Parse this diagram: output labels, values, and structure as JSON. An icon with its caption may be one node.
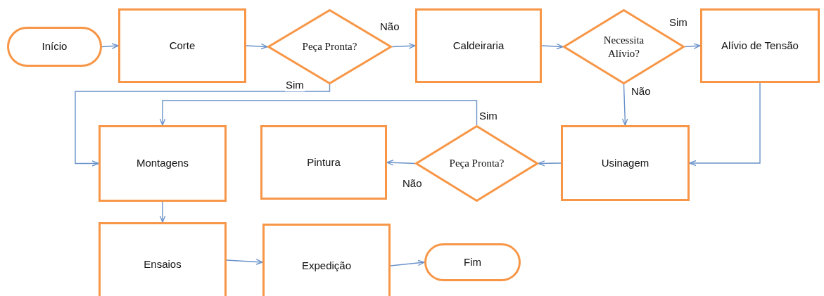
{
  "diagram": {
    "nodes": [
      {
        "text": [
          "Início"
        ]
      },
      {
        "text": [
          "Corte"
        ]
      },
      {
        "text": [
          "Peça Pronta?"
        ]
      },
      {
        "text": [
          "Caldeiraria"
        ]
      },
      {
        "text": [
          "Necessita Alívio?"
        ]
      },
      {
        "text": [
          "Alívio de Tensão"
        ]
      },
      {
        "text": [
          "Montagens"
        ]
      },
      {
        "text": [
          "Pintura"
        ]
      },
      {
        "text": [
          "Peça Pronta?"
        ]
      },
      {
        "text": [
          "Usinagem"
        ]
      },
      {
        "text": [
          "Ensaios"
        ]
      },
      {
        "text": [
          "Expedição"
        ]
      },
      {
        "text": [
          "Fim"
        ]
      }
    ],
    "edges": [
      {
        "from": 0,
        "to": 1,
        "arrow": "to"
      },
      {
        "from": 1,
        "to": 2,
        "arrow": "to"
      },
      {
        "from": 2,
        "to": 3,
        "arrow": "to",
        "label": "Não"
      },
      {
        "from": 2,
        "to": 6,
        "arrow": "to",
        "label": "Sim"
      },
      {
        "from": 3,
        "to": 4,
        "arrow": "to"
      },
      {
        "from": 4,
        "to": 5,
        "arrow": "to",
        "label": "Sim"
      },
      {
        "from": 4,
        "to": 9,
        "arrow": "to",
        "label": "Não"
      },
      {
        "from": 5,
        "to": 9,
        "arrow": "to"
      },
      {
        "from": 9,
        "to": 8,
        "arrow": "to"
      },
      {
        "from": 8,
        "to": 6,
        "arrow": "to",
        "label": "Sim"
      },
      {
        "from": 8,
        "to": 7,
        "arrow": "to",
        "label": "Não"
      },
      {
        "from": 6,
        "to": 10,
        "arrow": "to"
      },
      {
        "from": 10,
        "to": 11,
        "arrow": "to"
      },
      {
        "from": 11,
        "to": 12,
        "arrow": "to"
      }
    ]
  }
}
